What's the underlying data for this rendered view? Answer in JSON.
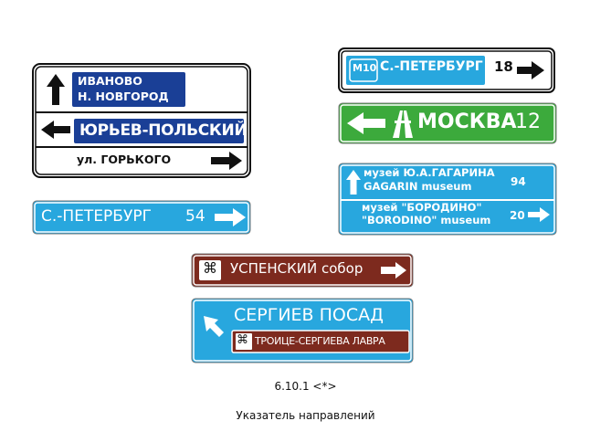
{
  "sign1": {
    "row1": [
      "ИВАНОВО",
      "Н. НОВГОРОД"
    ],
    "row2": "ЮРЬЕВ-ПОЛЬСКИЙ",
    "row3": "ул. ГОРЬКОГО"
  },
  "sign2": {
    "route": "М10",
    "city": "С.-ПЕТЕРБУРГ",
    "distance": "18"
  },
  "sign3": {
    "city": "МОСКВА",
    "distance": "12"
  },
  "sign4": {
    "line1a": "музей Ю.А.ГАГАРИНА",
    "line1b": "GAGARIN museum",
    "dist1": "94",
    "line2a": "музей \"БОРОДИНО\"",
    "line2b": "\"BORODINO\" museum",
    "dist2": "20"
  },
  "sign5": {
    "city": "С.-ПЕТЕРБУРГ",
    "distance": "54"
  },
  "sign6": {
    "symbol": "⌘",
    "label": "УСПЕНСКИЙ собор"
  },
  "sign7": {
    "city": "СЕРГИЕВ ПОСАД",
    "symbol": "⌘",
    "sub": "ТРОИЦЕ-СЕРГИЕВА ЛАВРА"
  },
  "caption": {
    "code": "6.10.1 <*>",
    "title": "Указатель направлений"
  },
  "colors": {
    "blue": "#1a3f96",
    "cyan": "#28a7de",
    "green": "#3caa3c",
    "brown": "#7d2a1e"
  }
}
